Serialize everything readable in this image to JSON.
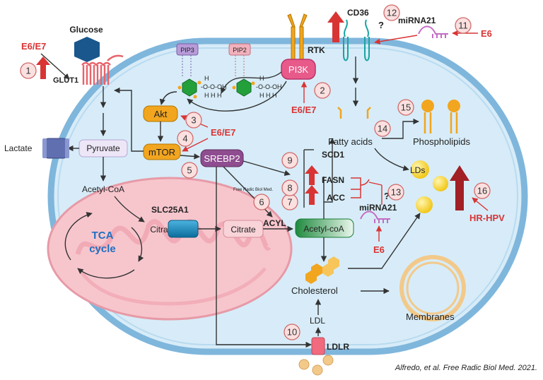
{
  "labels": {
    "glucose": "Glucose",
    "glut1": "GLUT1",
    "e6e7_glut": "E6/E7",
    "pip3": "PIP3",
    "pip2": "PIP2",
    "rtk": "RTK",
    "pi3k": "PI3K",
    "e6e7_pi3k": "E6/E7",
    "cd36": "CD36",
    "mirna21_top": "miRNA21",
    "e6_top": "E6",
    "question_top": "?",
    "akt": "Akt",
    "mtor": "mTOR",
    "e6e7_akt": "E6/E7",
    "srebp2": "SREBP2",
    "lactate": "Lactate",
    "pyruvate": "Pyruvate",
    "acetylcoa_mito": "Acetyl-CoA",
    "citrate_mito": "Citrate",
    "tca_line1": "TCA",
    "tca_line2": "cycle",
    "slc25a1": "SLC25A1",
    "citrate_cyto": "Citrate",
    "acyl": "ACYL",
    "acetylcoa_cyto": "Acetyl-coA",
    "fatty_acids": "Fatty acids",
    "phospholipids": "Phospholipids",
    "scd1": "SCD1",
    "fasn": "FASN",
    "acc": "ACC",
    "lds": "LDs",
    "mirna21_mid": "miRNA21",
    "question_mid": "?",
    "e6_mid": "E6",
    "hr_hpv": "HR-HPV",
    "cholesterol": "Cholesterol",
    "membranes": "Membranes",
    "ldl": "LDL",
    "ldlr": "LDLR",
    "watermark": "Free Radic Biol Med.",
    "caption": "Alfredo, et al. Free Radic Biol Med. 2021.",
    "h_label": "H",
    "ooh_label": "-O-O-OH",
    "hhh_label": "H H H"
  },
  "steps": [
    "1",
    "2",
    "3",
    "4",
    "5",
    "6",
    "7",
    "8",
    "9",
    "10",
    "11",
    "12",
    "13",
    "14",
    "15",
    "16"
  ],
  "colors": {
    "cell_fill": "#d7ecf8",
    "membrane": "#7fb6dc",
    "accent_red": "#d93434",
    "mito_fill": "#f7c6cd",
    "akt_fill": "#f2a51f",
    "srebp_fill": "#8f4c8f",
    "tca_blue": "#1f6fc1",
    "acetyl_green": "#22a84a"
  }
}
